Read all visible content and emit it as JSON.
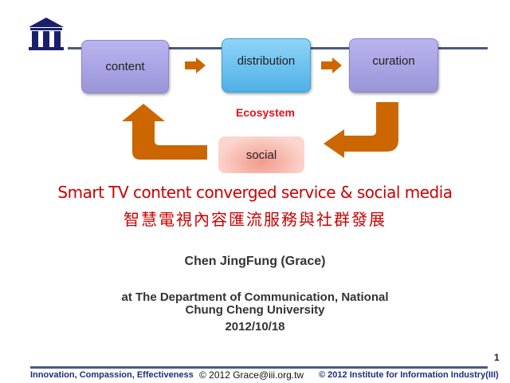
{
  "logo": {
    "text": "III",
    "color": "#1b1f6b"
  },
  "diagram": {
    "nodes": [
      "content",
      "distribution",
      "curation",
      "social"
    ],
    "center_label": "Ecosystem",
    "arrow_color": "#cc6600"
  },
  "title": {
    "english": "Smart TV content converged service & social media",
    "chinese": "智慧電視內容匯流服務與社群發展",
    "color": "#cc0000"
  },
  "author": "Chen JingFung (Grace)",
  "affiliation": {
    "line1": "at The Department of Communication, National",
    "line2": "Chung Cheng University"
  },
  "date": "2012/10/18",
  "page_number": "1",
  "footer": {
    "motto": "Innovation, Compassion, Effectiveness",
    "email": "© 2012 Grace@iii.org.tw",
    "copyright": "© 2012 Institute for Information Industry",
    "copyright_abbr": "(III)"
  }
}
